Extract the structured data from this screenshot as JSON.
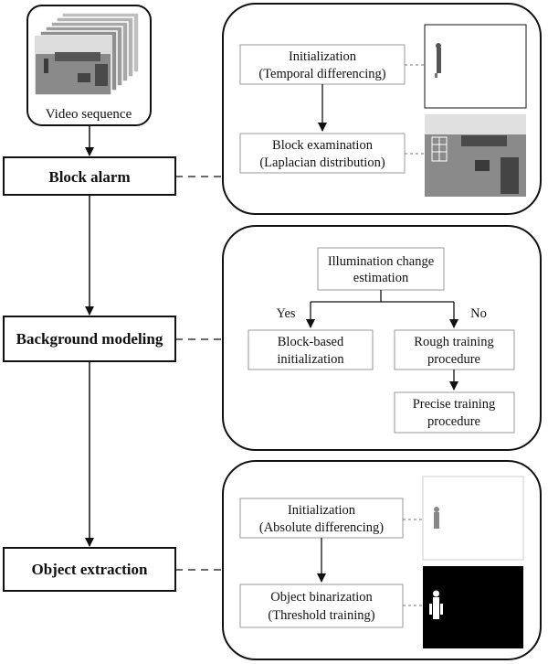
{
  "video": {
    "label": "Video sequence"
  },
  "main_steps": {
    "block_alarm": "Block alarm",
    "background_modeling": "Background modeling",
    "object_extraction": "Object extraction"
  },
  "panel1": {
    "init_line1": "Initialization",
    "init_line2": "(Temporal differencing)",
    "exam_line1": "Block examination",
    "exam_line2": "(Laplacian distribution)"
  },
  "panel2": {
    "illum_line1": "Illumination change",
    "illum_line2": "estimation",
    "yes": "Yes",
    "no": "No",
    "block_init_line1": "Block-based",
    "block_init_line2": "initialization",
    "rough_line1": "Rough training",
    "rough_line2": "procedure",
    "precise_line1": "Precise training",
    "precise_line2": "procedure"
  },
  "panel3": {
    "init_line1": "Initialization",
    "init_line2": "(Absolute differencing)",
    "binar_line1": "Object binarization",
    "binar_line2": "(Threshold training)"
  },
  "colors": {
    "stroke": "#111111",
    "thin_box": "#9a9a9a",
    "dark": "#000000"
  }
}
